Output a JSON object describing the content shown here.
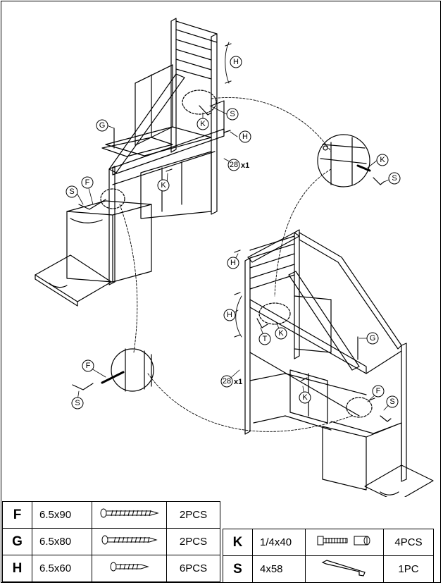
{
  "callouts": {
    "H": "H",
    "G": "G",
    "S": "S",
    "K": "K",
    "F": "F",
    "T": "T",
    "qty_28": "28",
    "x1": "x1"
  },
  "parts_left": [
    {
      "code": "F",
      "size": "6.5x90",
      "icon": "long-screw-icon",
      "count": "2PCS"
    },
    {
      "code": "G",
      "size": "6.5x80",
      "icon": "long-screw-icon",
      "count": "2PCS"
    },
    {
      "code": "H",
      "size": "6.5x60",
      "icon": "short-screw-icon",
      "count": "6PCS"
    }
  ],
  "parts_right": [
    {
      "code": "K",
      "size": "1/4x40",
      "icon": "bolt-and-barrel-nut-icon",
      "count": "4PCS"
    },
    {
      "code": "S",
      "size": "4x58",
      "icon": "allen-key-icon",
      "count": "1PC"
    }
  ]
}
